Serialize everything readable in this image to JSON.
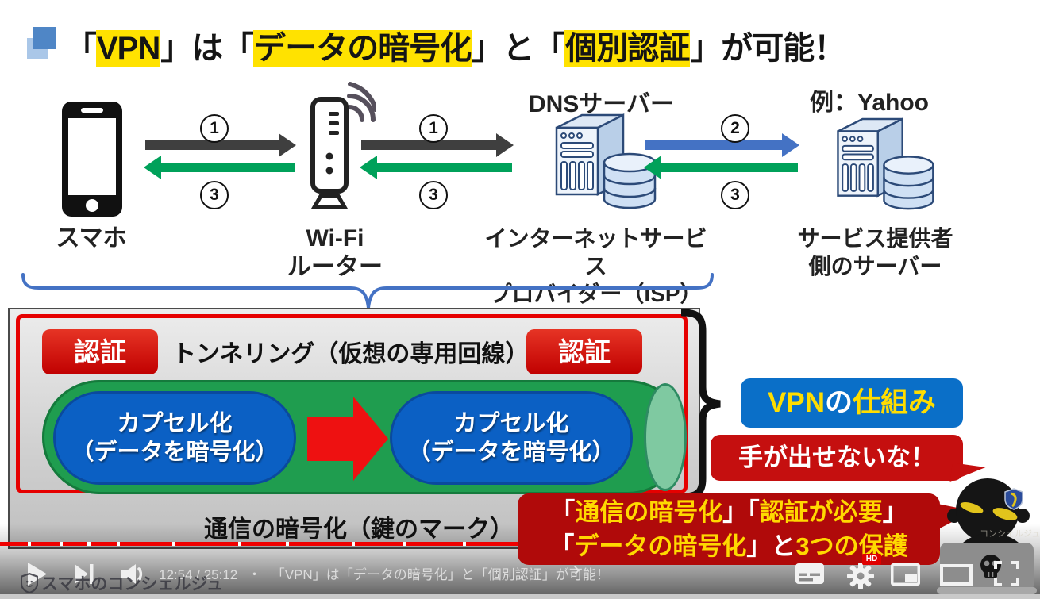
{
  "slide": {
    "title_segments": [
      {
        "text": "「",
        "style": "plain"
      },
      {
        "text": "VPN",
        "style": "hl"
      },
      {
        "text": "」は「",
        "style": "plain"
      },
      {
        "text": "データの暗号化",
        "style": "hl"
      },
      {
        "text": "」と「",
        "style": "plain"
      },
      {
        "text": "個別認証",
        "style": "hl"
      },
      {
        "text": "」が可能！",
        "style": "plain"
      }
    ],
    "nodes": {
      "phone": {
        "label": "スマホ"
      },
      "router": {
        "label_line1": "Wi-Fi",
        "label_line2": "ルーター"
      },
      "isp": {
        "top_label": "DNSサーバー",
        "label_line1": "インターネットサービス",
        "label_line2": "プロバイダー（ISP）"
      },
      "provider": {
        "top_label": "例：Yahoo",
        "label_line1": "サービス提供者",
        "label_line2": "側のサーバー"
      }
    },
    "steps": {
      "one": "1",
      "two": "2",
      "three": "3"
    },
    "tunnel": {
      "auth_left": "認証",
      "auth_right": "認証",
      "title": "トンネリング（仮想の専用回線）",
      "capsule_line1": "カプセル化",
      "capsule_line2": "（データを暗号化）",
      "caption": "通信の暗号化（鍵のマーク）"
    },
    "callouts": {
      "vpn_mechanism_segments": [
        {
          "text": "VPN",
          "style": "y"
        },
        {
          "text": "の",
          "style": "w"
        },
        {
          "text": "仕組み",
          "style": "y"
        }
      ],
      "cant_touch": "手が出せないな！",
      "protect_line1_segments": [
        {
          "text": "「",
          "style": "w"
        },
        {
          "text": "通信の暗号化",
          "style": "y"
        },
        {
          "text": "」「",
          "style": "w"
        },
        {
          "text": "認証が必要",
          "style": "y"
        },
        {
          "text": "」",
          "style": "w"
        }
      ],
      "protect_line2_segments": [
        {
          "text": "「",
          "style": "w"
        },
        {
          "text": "データの暗号化",
          "style": "y"
        },
        {
          "text": "」と",
          "style": "w"
        },
        {
          "text": "3つの保護",
          "style": "y"
        }
      ]
    },
    "hacker_watermark": "コンシェルジュ"
  },
  "player": {
    "time_text": "12:54 / 25:12",
    "separator": "・",
    "video_title": "「VPN」は「データの暗号化」と「個別認証」が可能！",
    "chevron": "›",
    "hd_badge": "HD",
    "channel_watermark": "スマホのコンシェルジュ",
    "progress": {
      "played_fraction": 0.592,
      "chapter_gaps": [
        0.0267,
        0.0573,
        0.084,
        0.1122,
        0.1656,
        0.229,
        0.2748,
        0.3382,
        0.3878,
        0.445,
        0.5191,
        0.5672
      ]
    }
  },
  "colors": {
    "highlight_yellow": "#FFE200",
    "frame_red": "#E60000",
    "tunnel_green": "#1F9D4F",
    "capsule_blue": "#0B60C4",
    "callout_blue": "#0A6FC8",
    "callout_red": "#C50F0F",
    "arrow_black": "#3F3F3F",
    "arrow_green": "#00A15A",
    "arrow_blue": "#4472C4",
    "progress_red": "#F00000"
  }
}
